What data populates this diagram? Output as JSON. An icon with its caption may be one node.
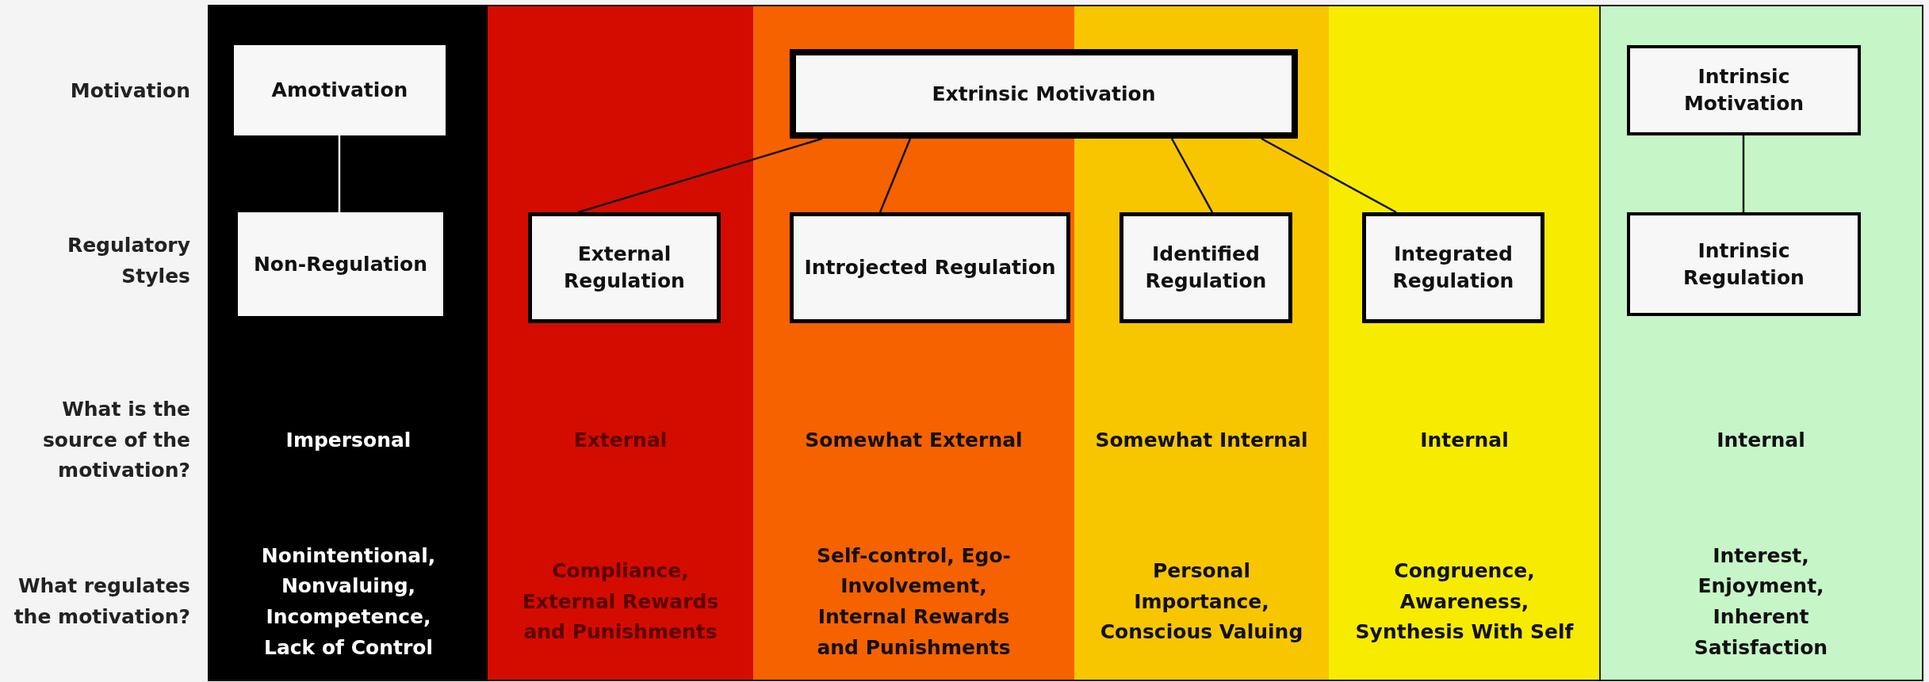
{
  "diagram": {
    "nodes": [
      {
        "text": [
          "Amotivation"
        ]
      },
      {
        "text": [
          "Non-Regulation"
        ]
      },
      {
        "text": [
          "Extrinsic Motivation"
        ]
      },
      {
        "text": [
          "External Regulation"
        ]
      },
      {
        "text": [
          "Introjected Regulation"
        ]
      },
      {
        "text": [
          "Identified Regulation"
        ]
      },
      {
        "text": [
          "Integrated Regulation"
        ]
      },
      {
        "text": [
          "Intrinsic Motivation"
        ]
      },
      {
        "text": [
          "Intrinsic Regulation"
        ]
      }
    ],
    "edges": [
      {
        "from": 0,
        "to": 1,
        "arrow": "none",
        "color": "#f0f0f0"
      },
      {
        "from": 2,
        "to": 3,
        "arrow": "none"
      },
      {
        "from": 2,
        "to": 4,
        "arrow": "none"
      },
      {
        "from": 2,
        "to": 5,
        "arrow": "none"
      },
      {
        "from": 2,
        "to": 6,
        "arrow": "none"
      },
      {
        "from": 7,
        "to": 8,
        "arrow": "none"
      }
    ],
    "labels": [
      "Motivation",
      "Regulatory Styles",
      "What is the source of the motivation?",
      "Impersonal",
      "External",
      "Somewhat External",
      "Somewhat Internal",
      "Internal",
      "Internal",
      "What regulates the motivation?",
      "Nonintentional, Nonvaluing, Incompetence, Lack of Control",
      "Compliance, External Rewards and Punishments",
      "Self-control, Ego-Involvement, Internal Rewards and Punishments",
      "Personal Importance, Conscious Valuing",
      "Congruence, Awareness, Synthesis With Self",
      "Interest, Enjoyment, Inherent Satisfaction"
    ]
  }
}
